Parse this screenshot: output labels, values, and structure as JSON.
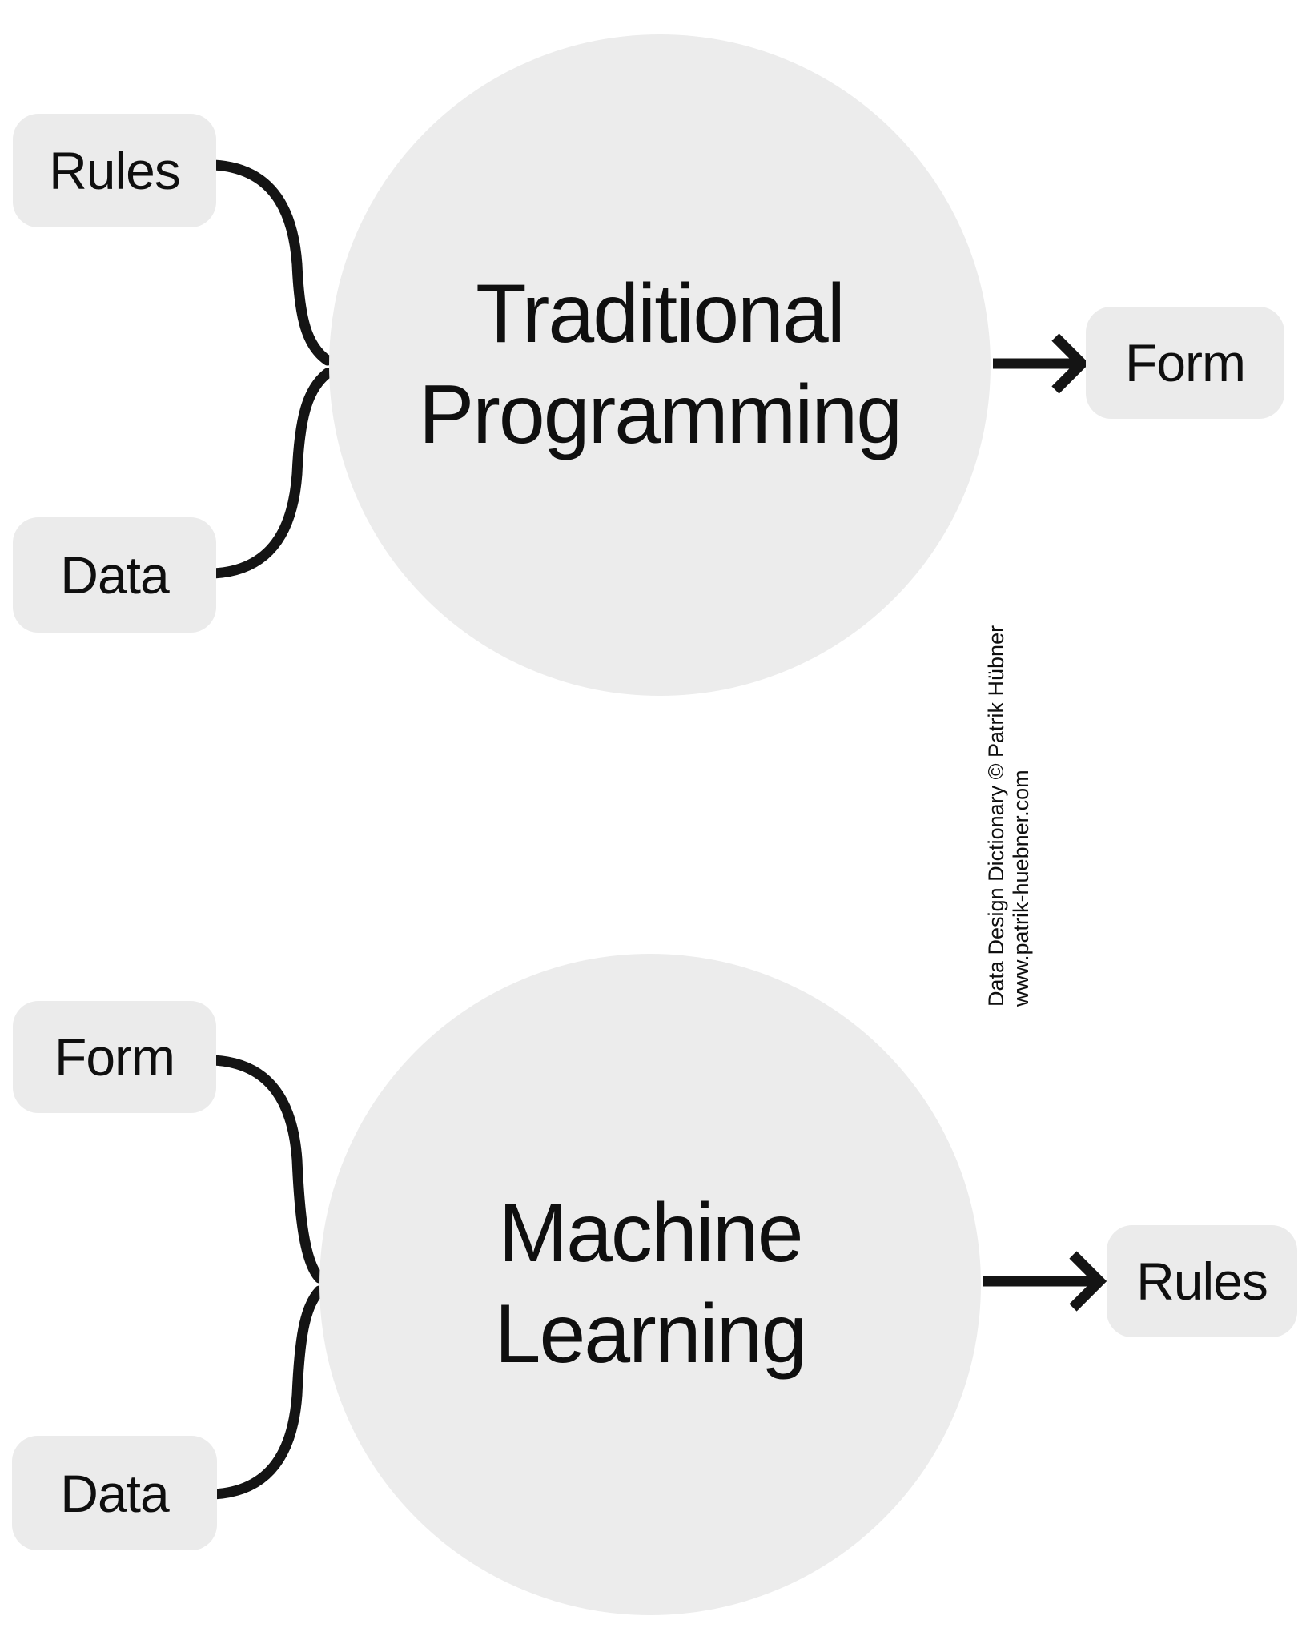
{
  "page": {
    "credit_line1": "Data Design Dictionary © Patrik Hübner",
    "credit_line2": "www.patrik-huebner.com"
  },
  "top_diagram": {
    "title_line1": "Traditional",
    "title_line2": "Programming",
    "inputs": [
      {
        "label": "Rules"
      },
      {
        "label": "Data"
      }
    ],
    "output": {
      "label": "Form"
    }
  },
  "bottom_diagram": {
    "title_line1": "Machine",
    "title_line2": "Learning",
    "inputs": [
      {
        "label": "Form"
      },
      {
        "label": "Data"
      }
    ],
    "output": {
      "label": "Rules"
    }
  },
  "colors": {
    "shape_fill": "#ececec",
    "box_fill": "#ebebeb",
    "ink": "#0f0f0f"
  }
}
